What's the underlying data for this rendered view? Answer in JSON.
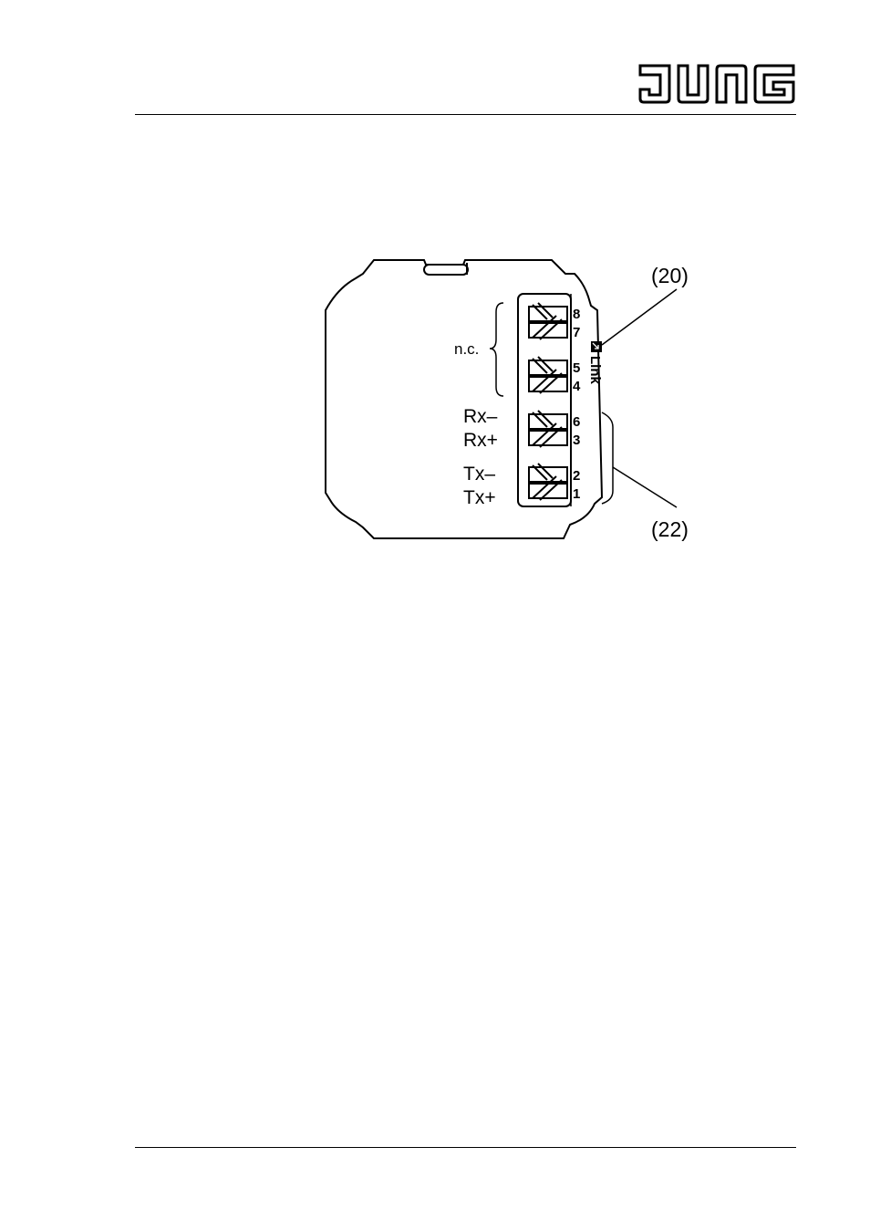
{
  "header": {
    "brand_logo": "JUNG"
  },
  "diagram": {
    "callouts": {
      "link_led": "(20)",
      "terminal_block": "(22)"
    },
    "indicator_label": "Link",
    "group_labels": {
      "not_connected": "n.c."
    },
    "signal_labels": {
      "rx_minus": "Rx–",
      "rx_plus": "Rx+",
      "tx_minus": "Tx–",
      "tx_plus": "Tx+"
    },
    "pins": [
      "8",
      "7",
      "5",
      "4",
      "6",
      "3",
      "2",
      "1"
    ]
  }
}
